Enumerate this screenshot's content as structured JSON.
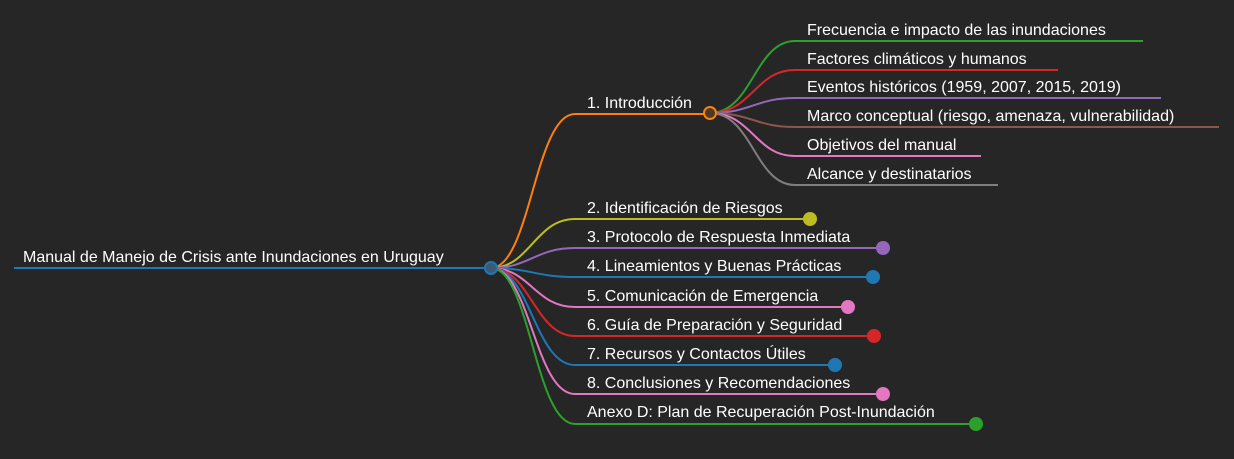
{
  "root": {
    "label": "Manual de Manejo de Crisis ante Inundaciones en Uruguay",
    "color": "#1f77b4"
  },
  "sections": [
    {
      "id": "s1",
      "label": "1. Introducción",
      "color": "#ff7f0e",
      "collapsed": false,
      "children": [
        {
          "label": "Frecuencia e impacto de las inundaciones",
          "color": "#2ca02c"
        },
        {
          "label": "Factores climáticos y humanos",
          "color": "#d62728"
        },
        {
          "label": "Eventos históricos (1959, 2007, 2015, 2019)",
          "color": "#9467bd"
        },
        {
          "label": "Marco conceptual (riesgo, amenaza, vulnerabilidad)",
          "color": "#8c564b"
        },
        {
          "label": "Objetivos del manual",
          "color": "#e377c2"
        },
        {
          "label": "Alcance y destinatarios",
          "color": "#7f7f7f"
        }
      ]
    },
    {
      "id": "s2",
      "label": "2. Identificación de Riesgos",
      "color": "#bcbd22",
      "collapsed": true
    },
    {
      "id": "s3",
      "label": "3. Protocolo de Respuesta Inmediata",
      "color": "#9467bd",
      "collapsed": true
    },
    {
      "id": "s4",
      "label": "4. Lineamientos y Buenas Prácticas",
      "color": "#1f77b4",
      "collapsed": true
    },
    {
      "id": "s5",
      "label": "5. Comunicación de Emergencia",
      "color": "#e377c2",
      "collapsed": true
    },
    {
      "id": "s6",
      "label": "6. Guía de Preparación y Seguridad",
      "color": "#d62728",
      "collapsed": true
    },
    {
      "id": "s7",
      "label": "7. Recursos y Contactos Útiles",
      "color": "#1f77b4",
      "collapsed": true
    },
    {
      "id": "s8",
      "label": "8. Conclusiones y Recomendaciones",
      "color": "#e377c2",
      "collapsed": true
    },
    {
      "id": "s9",
      "label": "Anexo D: Plan de Recuperación Post-Inundación",
      "color": "#2ca02c",
      "collapsed": true
    }
  ]
}
